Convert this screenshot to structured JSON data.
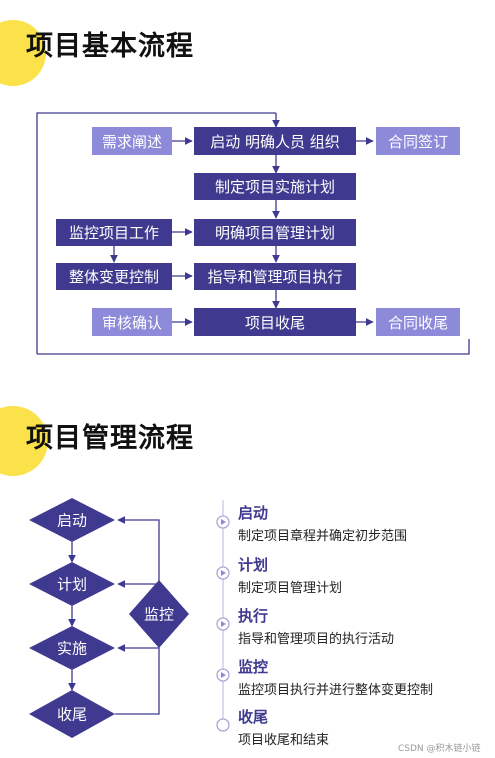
{
  "section1": {
    "title": "项目基本流程",
    "boxes": {
      "requirement": "需求阐述",
      "start": "启动 明确人员 组织",
      "contract_sign": "合同签订",
      "plan": "制定项目实施计划",
      "monitor": "监控项目工作",
      "mgmt_plan": "明确项目管理计划",
      "change": "整体变更控制",
      "execute": "指导和管理项目执行",
      "audit": "审核确认",
      "close": "项目收尾",
      "contract_close": "合同收尾"
    }
  },
  "section2": {
    "title": "项目管理流程",
    "diamonds": {
      "start": "启动",
      "plan": "计划",
      "implement": "实施",
      "close": "收尾",
      "monitor": "监控"
    },
    "steps": [
      {
        "title": "启动",
        "desc": "制定项目章程并确定初步范围"
      },
      {
        "title": "计划",
        "desc": "制定项目管理计划"
      },
      {
        "title": "执行",
        "desc": "指导和管理项目的执行活动"
      },
      {
        "title": "监控",
        "desc": "监控项目执行并进行整体变更控制"
      },
      {
        "title": "收尾",
        "desc": "项目收尾和结束"
      }
    ]
  },
  "watermark": "CSDN @积木链小链",
  "colors": {
    "dark": "#3f3a8f",
    "light": "#8d8ad9",
    "yellow": "#fbe24a"
  }
}
